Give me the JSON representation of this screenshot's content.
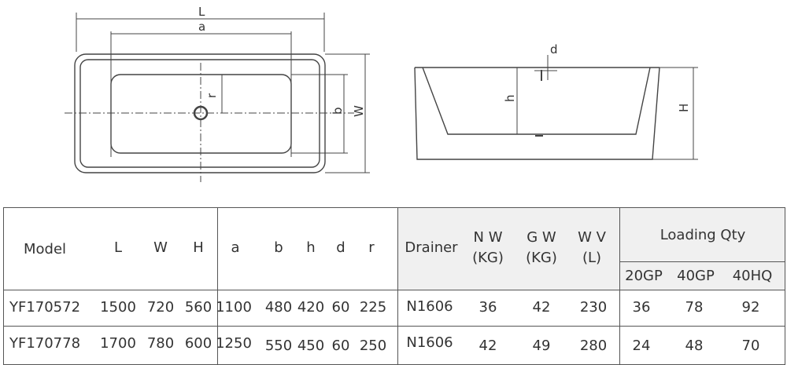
{
  "drawing": {
    "top_view": {
      "L": "L",
      "a": "a",
      "r": "r",
      "b": "b",
      "W": "W"
    },
    "side_view": {
      "d": "d",
      "h": "h",
      "H": "H"
    }
  },
  "table": {
    "headers": {
      "model": "Model",
      "L": "L",
      "W": "W",
      "H": "H",
      "a": "a",
      "b": "b",
      "h": "h",
      "d": "d",
      "r": "r",
      "drainer": "Drainer",
      "nw": "N W",
      "nw_unit": "(KG)",
      "gw": "G W",
      "gw_unit": "(KG)",
      "wv": "W V",
      "wv_unit": "(L)",
      "loading": "Loading Qty",
      "gp20": "20GP",
      "gp40": "40GP",
      "hq40": "40HQ"
    },
    "rows": [
      {
        "model": "YF170572",
        "L": "1500",
        "W": "720",
        "H": "560",
        "a": "1100",
        "b": "480",
        "h": "420",
        "d": "60",
        "r": "225",
        "drainer": "N1606",
        "nw": "36",
        "gw": "42",
        "wv": "230",
        "gp20": "36",
        "gp40": "78",
        "hq40": "92"
      },
      {
        "model": "YF170778",
        "L": "1700",
        "W": "780",
        "H": "600",
        "a": "1250",
        "b": "550",
        "h": "450",
        "d": "60",
        "r": "250",
        "drainer": "N1606",
        "nw": "42",
        "gw": "49",
        "wv": "280",
        "gp20": "24",
        "gp40": "48",
        "hq40": "70"
      }
    ]
  }
}
